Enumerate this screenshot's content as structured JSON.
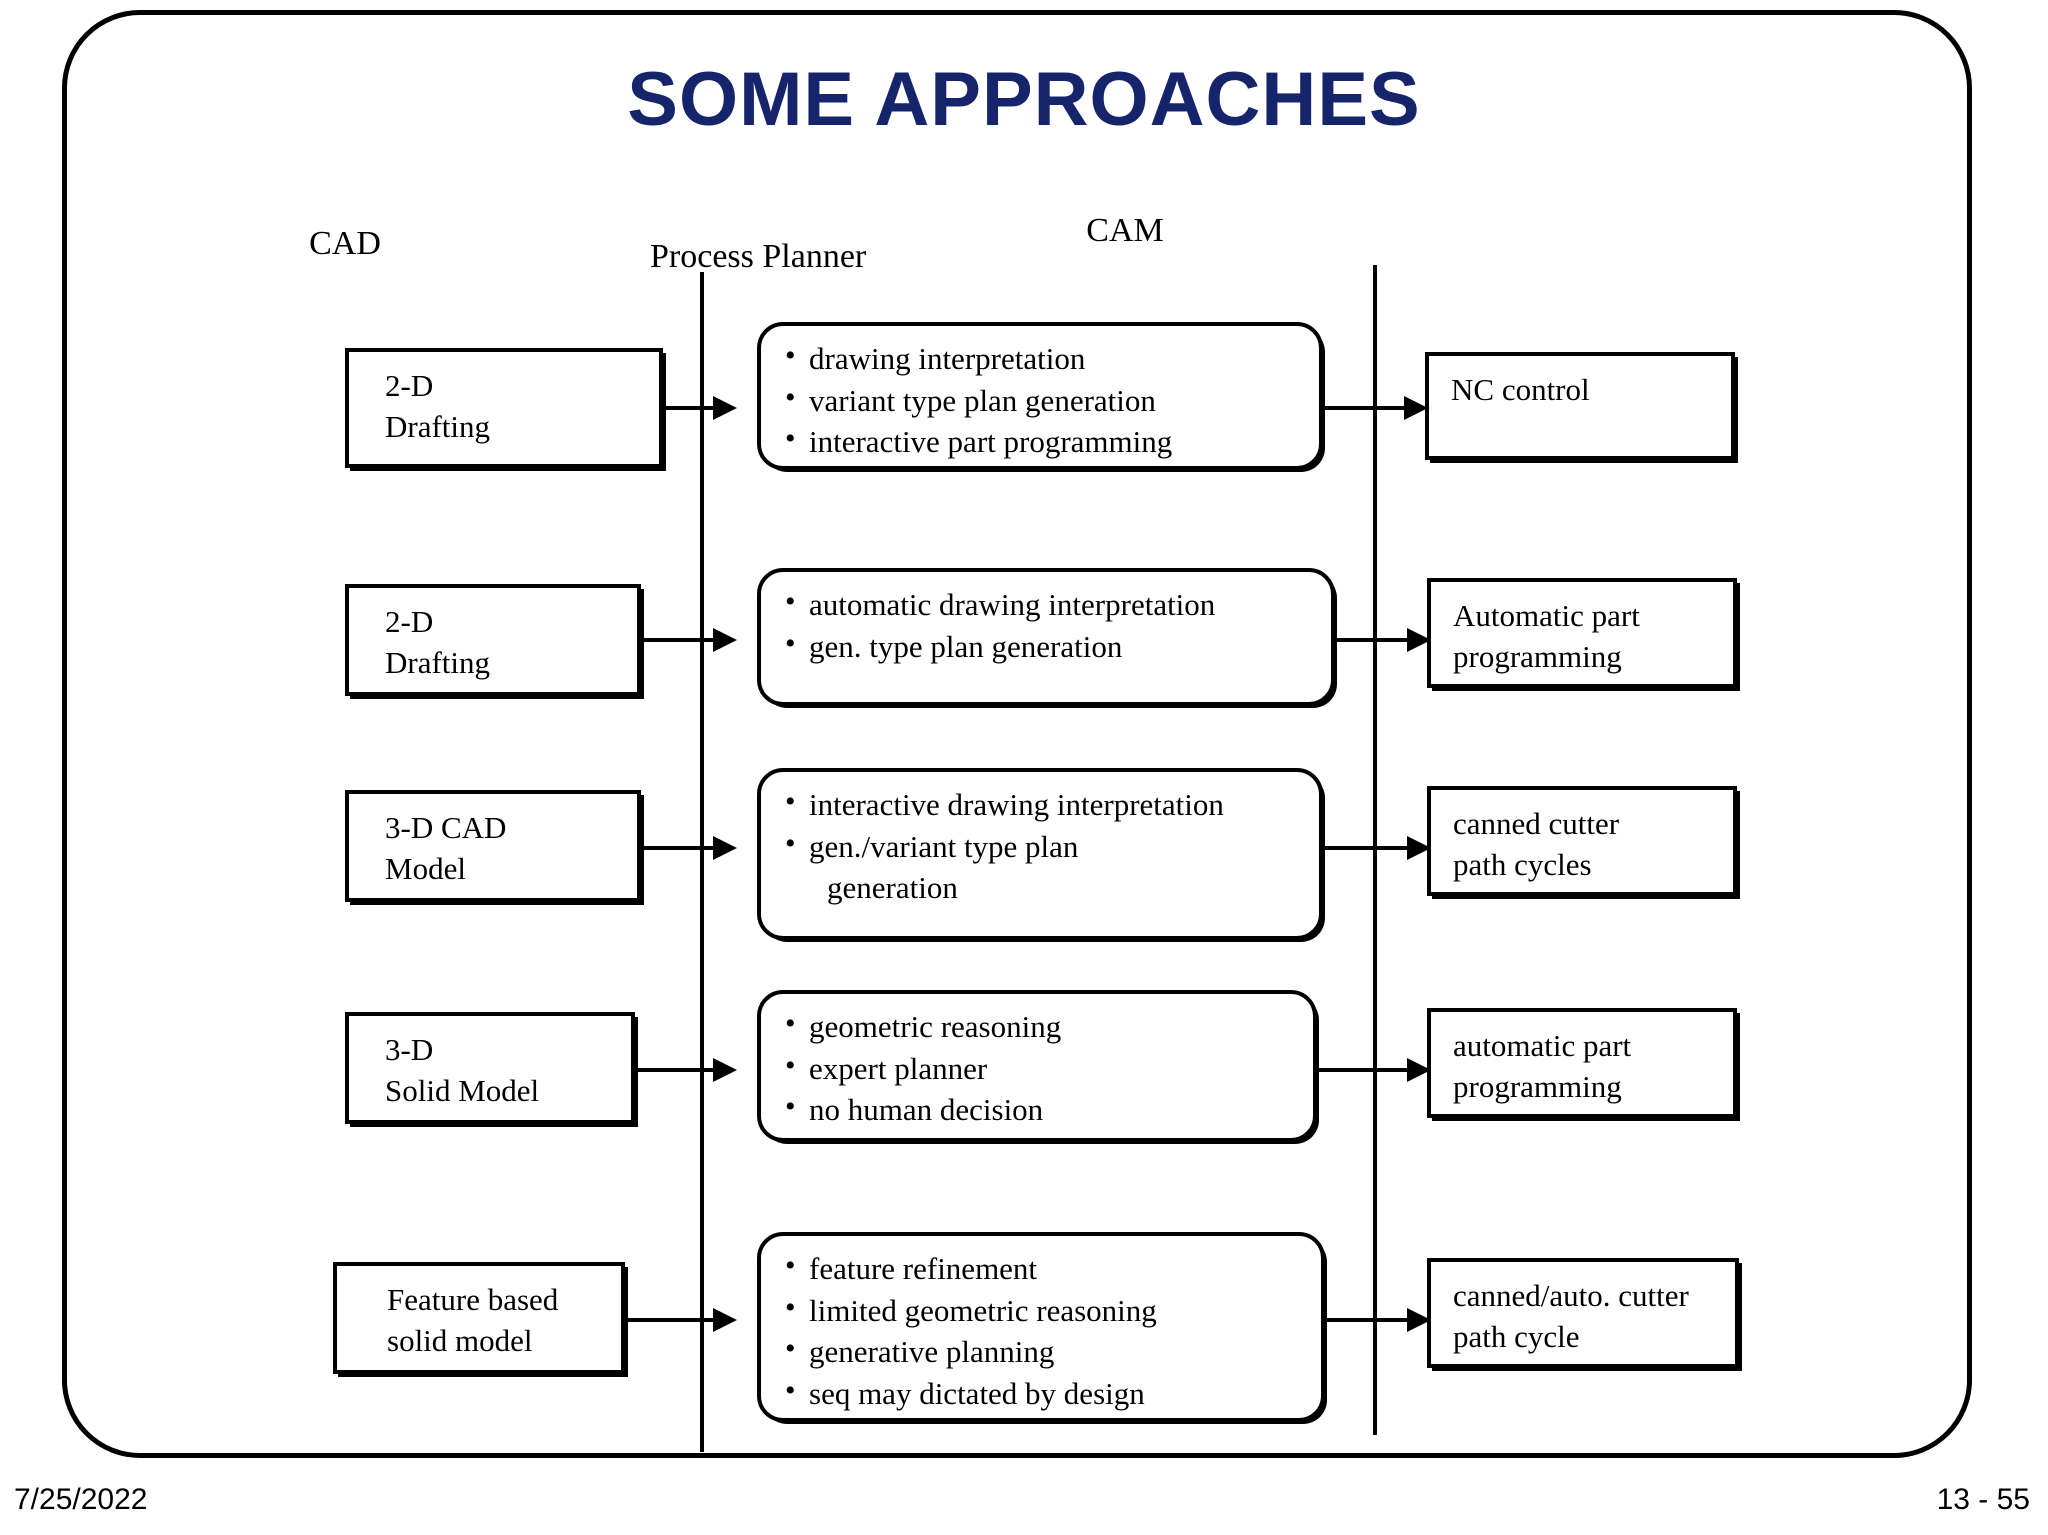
{
  "slide": {
    "title": "SOME APPROACHES",
    "title_color": "#16256b",
    "columns": {
      "cad": "CAD",
      "process_planner": "Process Planner",
      "cam": "CAM"
    },
    "rows": [
      {
        "cad": [
          "2-D",
          "Drafting"
        ],
        "planner": [
          "drawing interpretation",
          "variant type plan generation",
          "interactive part programming"
        ],
        "cam": [
          "NC control"
        ]
      },
      {
        "cad": [
          "2-D",
          "Drafting"
        ],
        "planner": [
          "automatic drawing interpretation",
          "gen. type plan generation"
        ],
        "cam": [
          "Automatic part",
          "programming"
        ]
      },
      {
        "cad": [
          "3-D CAD",
          "Model"
        ],
        "planner": [
          "interactive drawing interpretation",
          "gen./variant type plan",
          "generation"
        ],
        "cam": [
          "canned cutter",
          "path cycles"
        ]
      },
      {
        "cad": [
          "3-D",
          "Solid Model"
        ],
        "planner": [
          "geometric reasoning",
          "expert planner",
          "no human decision"
        ],
        "cam": [
          "automatic part",
          "programming"
        ]
      },
      {
        "cad": [
          "Feature based",
          "solid model"
        ],
        "planner": [
          "feature refinement",
          "limited geometric reasoning",
          "generative planning",
          "seq may dictated by design"
        ],
        "cam": [
          "canned/auto. cutter",
          "path cycle"
        ]
      }
    ],
    "footer": {
      "date": "7/25/2022",
      "page": "13 - 55"
    }
  }
}
